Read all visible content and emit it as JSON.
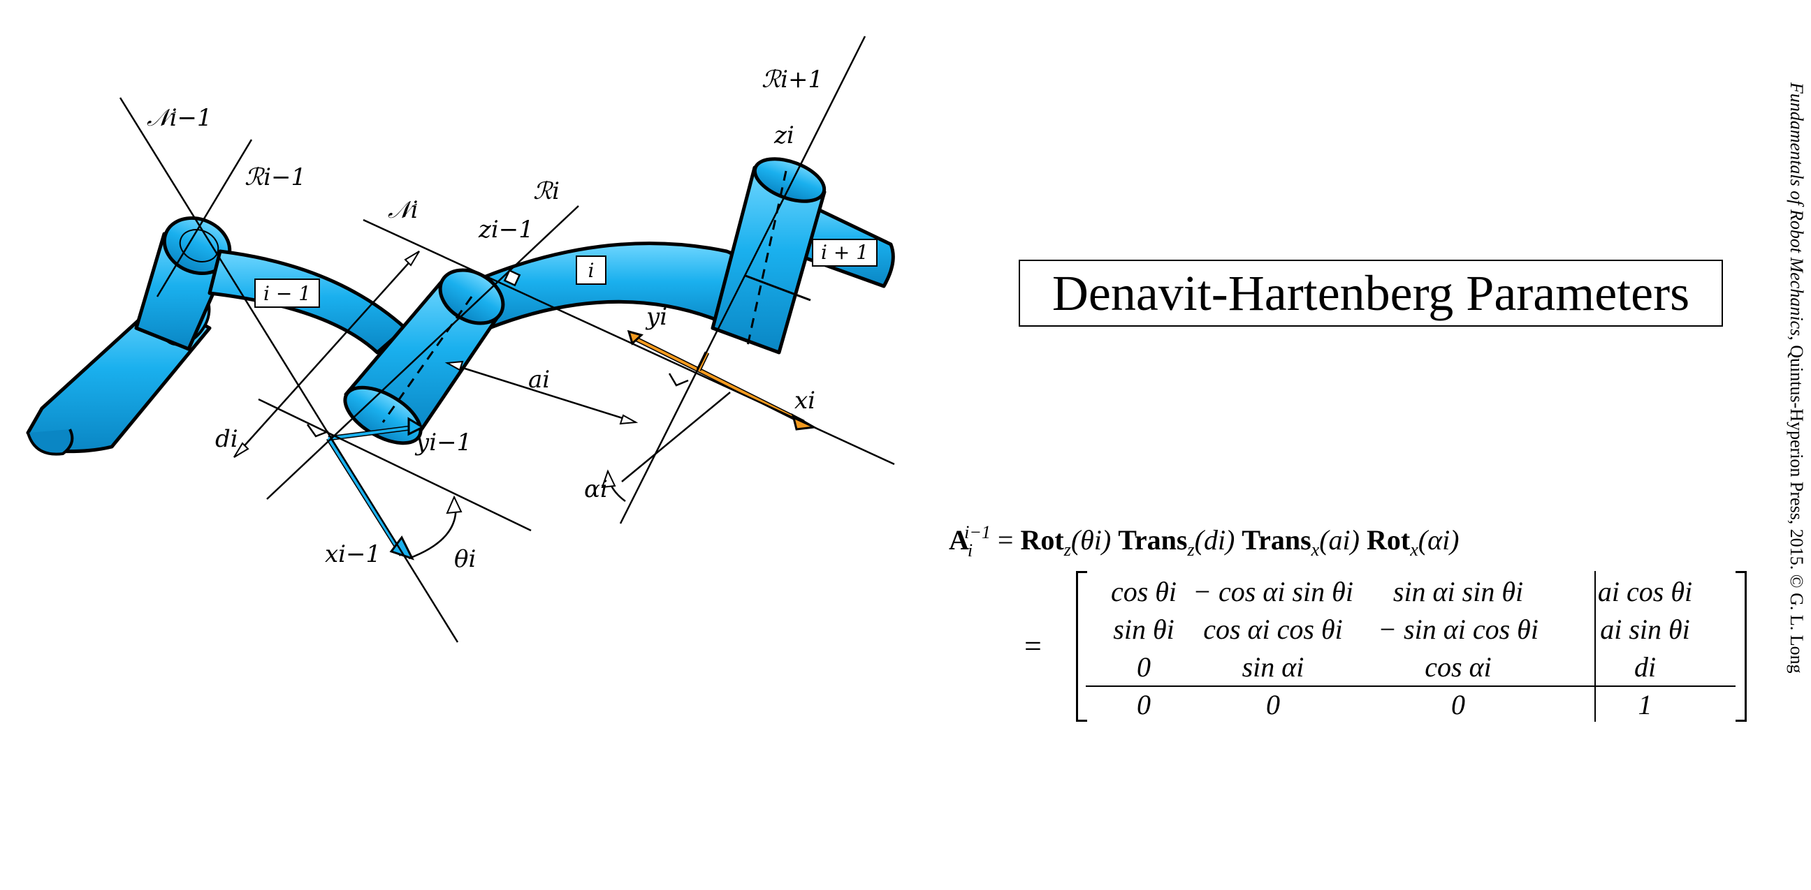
{
  "diagram": {
    "labels": {
      "n_prev": "𝒩i−1",
      "r_prev": "ℛi−1",
      "n_i": "𝒩i",
      "r_i": "ℛi",
      "r_next": "ℛi+1",
      "z_prev": "zi−1",
      "z_i": "zi",
      "y_i": "yi",
      "x_i": "xi",
      "a_i": "ai",
      "d_i": "di",
      "alpha_i": "αi",
      "theta_i": "θi",
      "x_prev": "xi−1",
      "y_prev": "yi−1"
    },
    "link_labels": {
      "prev": "i − 1",
      "cur": "i",
      "next": "i + 1"
    },
    "colors": {
      "link_blue": "#1ab0ee",
      "link_blue_dark": "#0a8fd0",
      "frame_orange": "#f39a1e",
      "line": "#000000"
    }
  },
  "title": "Denavit-Hartenberg Parameters",
  "equation": {
    "lhs": "A",
    "lhs_sub": "i",
    "lhs_sup": "i−1",
    "equals": "=",
    "term1_op": "Rot",
    "term1_sub": "z",
    "term1_arg": "(θi)",
    "term2_op": "Trans",
    "term2_sub": "z",
    "term2_arg": "(di)",
    "term3_op": "Trans",
    "term3_sub": "x",
    "term3_arg": "(ai)",
    "term4_op": "Rot",
    "term4_sub": "x",
    "term4_arg": "(αi)",
    "equals2": "="
  },
  "matrix": {
    "rows": [
      [
        "cos θi",
        "− cos αi sin θi",
        "sin αi sin θi",
        "ai cos θi"
      ],
      [
        "sin θi",
        "cos αi cos θi",
        "− sin αi cos θi",
        "ai sin θi"
      ],
      [
        "0",
        "sin αi",
        "cos αi",
        "di"
      ],
      [
        "0",
        "0",
        "0",
        "1"
      ]
    ]
  },
  "side_note": {
    "book": "Fundamentals of Robot Mechanics",
    "rest": ", Quintus-Hyperion Press, 2015. © G. L. Long"
  }
}
